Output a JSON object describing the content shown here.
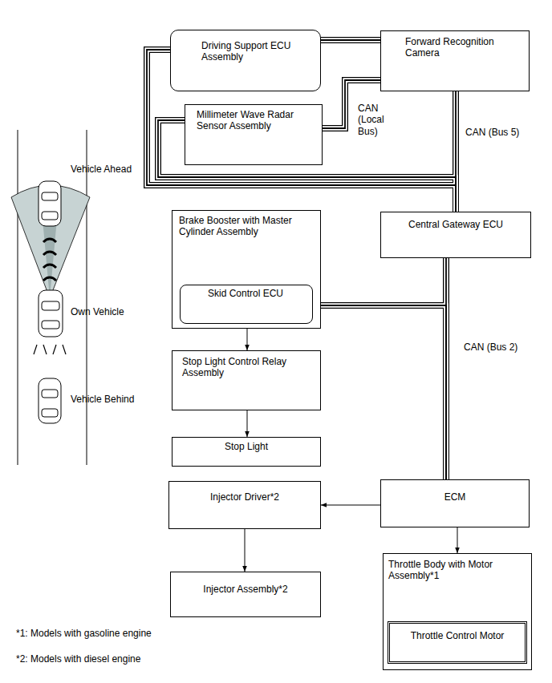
{
  "diagram": {
    "nodes": [
      {
        "text": [
          "Driving Support ECU Assembly"
        ]
      },
      {
        "text": [
          "Forward Recognition Camera"
        ]
      },
      {
        "text": [
          "Millimeter Wave Radar Sensor Assembly"
        ]
      },
      {
        "text": [
          "Brake Booster with Master Cylinder Assembly"
        ]
      },
      {
        "text": [
          "Skid Control ECU"
        ],
        "in": 3
      },
      {
        "text": [
          "Central Gateway ECU"
        ]
      },
      {
        "text": [
          "Stop Light Control Relay Assembly"
        ]
      },
      {
        "text": [
          "Stop Light"
        ]
      },
      {
        "text": [
          "Injector Driver*2"
        ]
      },
      {
        "text": [
          "ECM"
        ]
      },
      {
        "text": [
          "Injector Assembly*2"
        ]
      },
      {
        "text": [
          "Throttle Body with Motor Assembly*1"
        ]
      },
      {
        "text": [
          "Throttle Control Motor"
        ],
        "in": 11
      }
    ],
    "edges": [
      {
        "from": 0,
        "to": 1,
        "arrow": "none"
      },
      {
        "from": 2,
        "to": 1,
        "arrow": "none"
      },
      {
        "from": 0,
        "to": 5,
        "arrow": "none"
      },
      {
        "from": 2,
        "to": 5,
        "arrow": "none"
      },
      {
        "from": 1,
        "to": 5,
        "arrow": "none"
      },
      {
        "from": 5,
        "to": 9,
        "arrow": "none"
      },
      {
        "from": 4,
        "to": 9,
        "arrow": "none"
      },
      {
        "from": 4,
        "to": 6,
        "arrow": "to"
      },
      {
        "from": 6,
        "to": 7,
        "arrow": "to"
      },
      {
        "from": 9,
        "to": 8,
        "arrow": "to"
      },
      {
        "from": 8,
        "to": 10,
        "arrow": "to"
      },
      {
        "from": 9,
        "to": 11,
        "arrow": "to"
      }
    ],
    "labels": [
      "Vehicle Ahead",
      "Own Vehicle",
      "Vehicle Behind",
      "CAN (Local Bus)",
      "CAN (Bus 5)",
      "CAN (Bus 2)",
      "*1: Models with gasoline engine",
      "*2: Models with diesel engine"
    ]
  }
}
